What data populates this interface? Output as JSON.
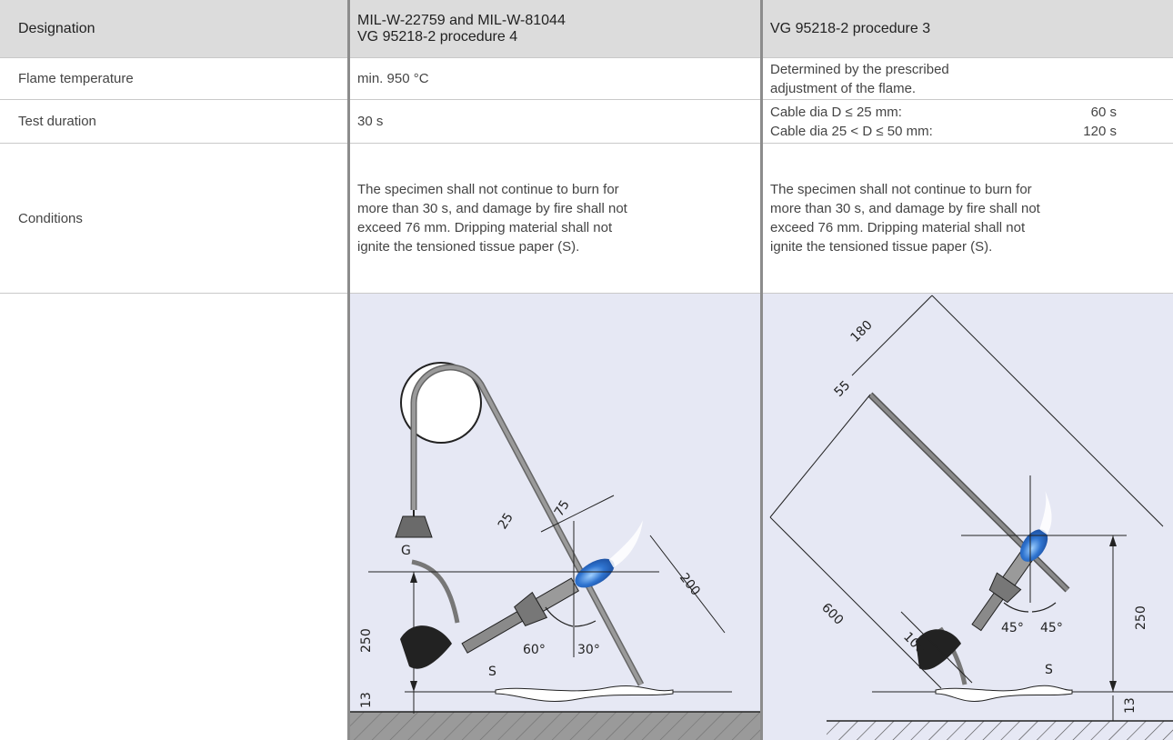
{
  "header": {
    "col1": "Designation",
    "col2_line1": "MIL-W-22759 and MIL-W-81044",
    "col2_line2": "VG 95218-2 procedure 4",
    "col3": "VG 95218-2 procedure 3"
  },
  "rows": {
    "flame": {
      "label": "Flame temperature",
      "col2": "min. 950 °C",
      "col3_line1": "Determined by the prescribed",
      "col3_line2": "adjustment of the flame."
    },
    "duration": {
      "label": "Test duration",
      "col2": "30 s",
      "col3": [
        {
          "label": "Cable dia D ≤ 25 mm:",
          "value": "60 s"
        },
        {
          "label": "Cable dia 25 < D ≤ 50 mm:",
          "value": "120 s"
        }
      ]
    },
    "conditions": {
      "label": "Conditions",
      "col2": [
        "The specimen shall not continue to burn for",
        "more than 30 s, and damage by fire shall not",
        "exceed 76 mm. Dripping material shall not",
        "ignite the tensioned tissue paper (S)."
      ],
      "col3": [
        "The specimen shall not continue to burn for",
        "more than 30 s, and damage by fire shall not",
        "exceed 76 mm. Dripping material shall not",
        "ignite the tensioned tissue paper (S)."
      ]
    }
  },
  "figure_left": {
    "labels": {
      "d25": "25",
      "d75": "75",
      "d200": "200",
      "d250": "250",
      "d13": "13",
      "a60": "60°",
      "a30": "30°",
      "g": "G",
      "s": "S"
    }
  },
  "figure_right": {
    "labels": {
      "d180": "180",
      "d55": "55",
      "d600": "600",
      "d100": "100",
      "d250": "250",
      "d13": "13",
      "a45a": "45°",
      "a45b": "45°",
      "s": "S"
    }
  },
  "colors": {
    "header_bg": "#dcdcdc",
    "figure_bg": "#e6e8f4",
    "separator": "#8c8c8c",
    "flame": "#2f74d0"
  }
}
